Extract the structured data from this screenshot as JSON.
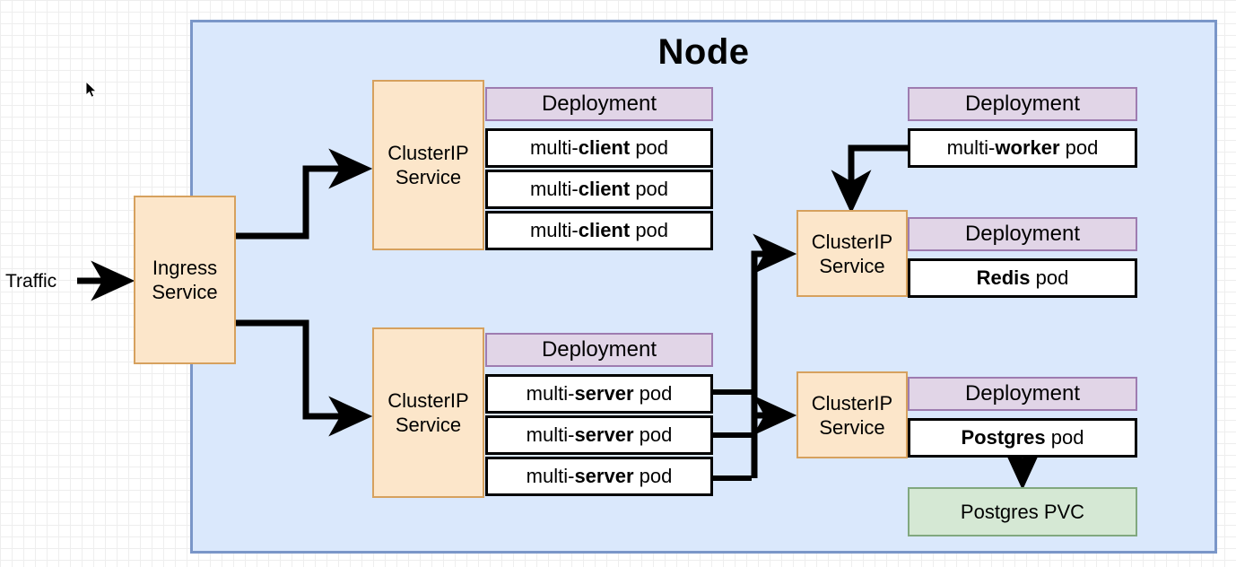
{
  "diagram": {
    "title": "Node",
    "external": {
      "traffic_label": "Traffic",
      "ingress_service_label": "Ingress\nService"
    },
    "services": [
      {
        "id": "clusterip-client",
        "label": "ClusterIP\nService"
      },
      {
        "id": "clusterip-server",
        "label": "ClusterIP\nService"
      },
      {
        "id": "clusterip-redis",
        "label": "ClusterIP\nService"
      },
      {
        "id": "clusterip-postgres",
        "label": "ClusterIP\nService"
      }
    ],
    "deployments": [
      {
        "id": "client-deployment",
        "header": "Deployment",
        "pods": [
          {
            "prefix": "multi-",
            "bold": "client",
            "suffix": " pod"
          },
          {
            "prefix": "multi-",
            "bold": "client",
            "suffix": " pod"
          },
          {
            "prefix": "multi-",
            "bold": "client",
            "suffix": " pod"
          }
        ]
      },
      {
        "id": "worker-deployment",
        "header": "Deployment",
        "pods": [
          {
            "prefix": "multi-",
            "bold": "worker",
            "suffix": " pod"
          }
        ]
      },
      {
        "id": "redis-deployment",
        "header": "Deployment",
        "pods": [
          {
            "prefix": "",
            "bold": "Redis",
            "suffix": " pod"
          }
        ]
      },
      {
        "id": "server-deployment",
        "header": "Deployment",
        "pods": [
          {
            "prefix": "multi-",
            "bold": "server",
            "suffix": " pod"
          },
          {
            "prefix": "multi-",
            "bold": "server",
            "suffix": " pod"
          },
          {
            "prefix": "multi-",
            "bold": "server",
            "suffix": " pod"
          }
        ]
      },
      {
        "id": "postgres-deployment",
        "header": "Deployment",
        "pods": [
          {
            "prefix": "",
            "bold": "Postgres",
            "suffix": " pod"
          }
        ]
      }
    ],
    "volumes": [
      {
        "id": "postgres-pvc",
        "label": "Postgres PVC"
      }
    ],
    "colors": {
      "node_fill": "#DAE8FC",
      "node_border": "#7A96C8",
      "service_fill": "#FCE6CA",
      "service_border": "#D6A15E",
      "deployment_header_fill": "#E1D5E7",
      "deployment_header_border": "#9E7CB0",
      "pod_fill": "#FFFFFF",
      "pod_border": "#000000",
      "pvc_fill": "#D5E8D4",
      "pvc_border": "#81A87F",
      "connector": "#000000",
      "canvas": "#FFFFFF",
      "grid_minor": "#EEEEEE",
      "grid_major": "#DCDCDC"
    }
  }
}
